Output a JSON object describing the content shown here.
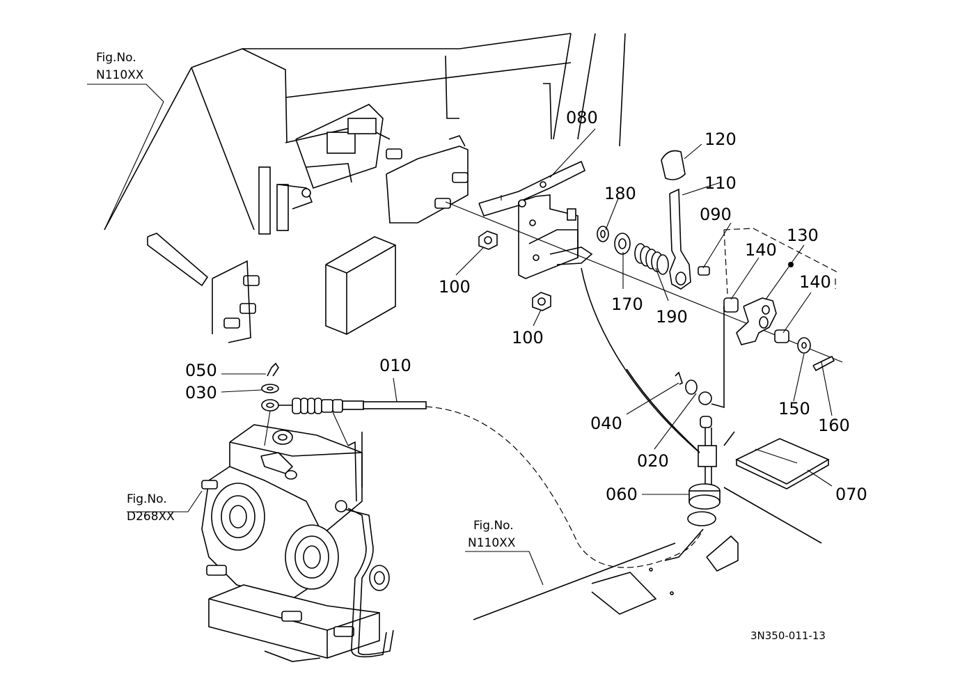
{
  "figure_refs": {
    "top_left": [
      "Fig.No.",
      "N110XX"
    ],
    "left": [
      "Fig.No.",
      "D268XX"
    ],
    "bottom": [
      "Fig.No.",
      "N110XX"
    ]
  },
  "part_labels": {
    "p010": "010",
    "p020": "020",
    "p030": "030",
    "p040": "040",
    "p050": "050",
    "p060": "060",
    "p070": "070",
    "p080": "080",
    "p090": "090",
    "p100_a": "100",
    "p100_b": "100",
    "p110": "110",
    "p120": "120",
    "p130": "130",
    "p140_a": "140",
    "p140_b": "140",
    "p150": "150",
    "p160": "160",
    "p170": "170",
    "p180": "180",
    "p190": "190"
  },
  "drawing_code": "3N350-011-13"
}
